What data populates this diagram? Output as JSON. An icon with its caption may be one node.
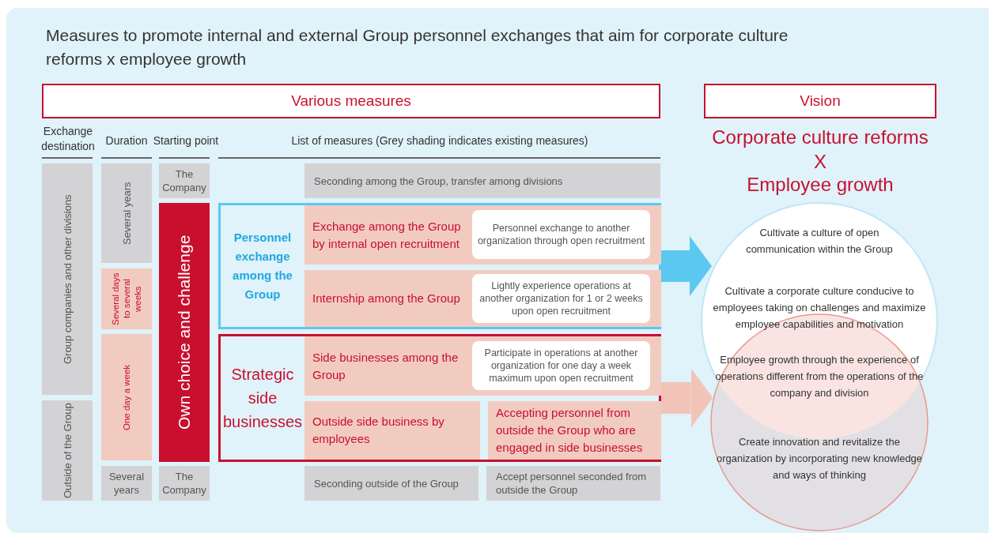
{
  "diagram": {
    "title": "Measures to promote internal and external Group personnel exchanges that aim for corporate culture reforms x employee growth",
    "nodes": [
      {
        "text": [
          "Various measures"
        ]
      },
      {
        "text": [
          "Vision"
        ]
      },
      {
        "text": [
          "Group companies and other divisions"
        ]
      },
      {
        "text": [
          "Outside of the Group"
        ]
      },
      {
        "text": [
          "Several years"
        ]
      },
      {
        "text": [
          "Several days to several weeks"
        ]
      },
      {
        "text": [
          "One day a week"
        ]
      },
      {
        "text": [
          "Several years"
        ]
      },
      {
        "text": [
          "The Company"
        ]
      },
      {
        "text": [
          "Own choice and challenge"
        ]
      },
      {
        "text": [
          "The Company"
        ]
      },
      {
        "text": [
          "Seconding among the Group, transfer among divisions"
        ]
      },
      {
        "text": [
          "Personnel exchange among the Group"
        ]
      },
      {
        "text": [
          "Exchange among the Group by internal open recruitment"
        ],
        "in": 12
      },
      {
        "text": [
          "Personnel exchange to another organization through open recruitment"
        ],
        "in": 13
      },
      {
        "text": [
          "Internship among the Group"
        ],
        "in": 12
      },
      {
        "text": [
          "Lightly experience operations at another organization for 1 or 2 weeks upon open recruitment"
        ],
        "in": 15
      },
      {
        "text": [
          "Strategic side businesses"
        ]
      },
      {
        "text": [
          "Side businesses among the Group"
        ],
        "in": 17
      },
      {
        "text": [
          "Participate in operations at another organization for one day a week maximum upon open recruitment"
        ],
        "in": 18
      },
      {
        "text": [
          "Outside side business by employees"
        ],
        "in": 17
      },
      {
        "text": [
          "Accepting personnel from outside the Group who are engaged in side businesses"
        ],
        "in": 17
      },
      {
        "text": [
          "Seconding outside of the Group"
        ]
      },
      {
        "text": [
          "Accept personnel seconded from outside the Group"
        ]
      },
      {
        "text": [
          "Cultivate a culture of open communication within the Group",
          "Cultivate a corporate culture conducive to employees taking on challenges and maximize employee capabilities and motivation"
        ]
      },
      {
        "text": [
          "Employee growth through the experience of operations different from the operations of the company and division",
          "Create innovation and revitalize the organization by incorporating new knowledge and ways of thinking"
        ]
      }
    ],
    "edges": [
      {
        "from": 12,
        "to": 24,
        "arrow": "to",
        "color": "#5bc8f0"
      },
      {
        "from": 17,
        "to": 25,
        "arrow": "to",
        "color": "#f2c4b8"
      }
    ],
    "labels": [
      "Exchange destination",
      "Duration",
      "Starting point",
      "List of measures (Grey shading indicates existing measures)",
      "Corporate culture reforms",
      "X",
      "Employee growth"
    ]
  }
}
